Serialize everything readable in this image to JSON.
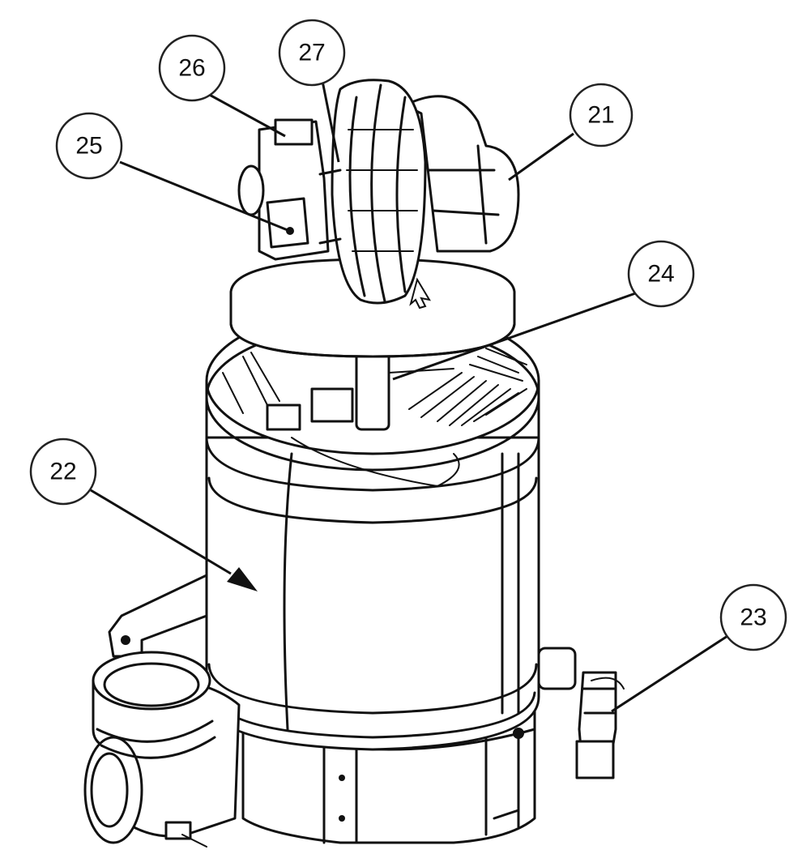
{
  "labels": {
    "l21": "21",
    "l22": "22",
    "l23": "23",
    "l24": "24",
    "l25": "25",
    "l26": "26",
    "l27": "27"
  },
  "colors": {
    "line": "#111111",
    "background": "#ffffff"
  }
}
